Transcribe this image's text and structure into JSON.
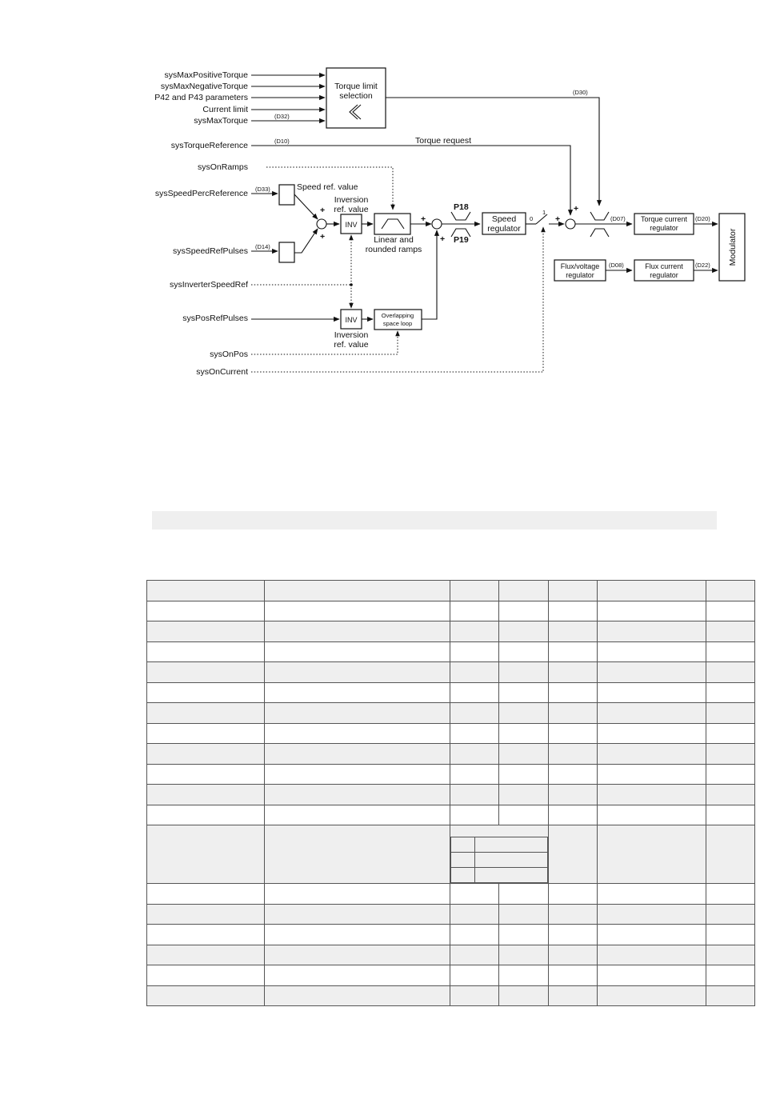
{
  "diagram": {
    "inputs": {
      "max_pos_torque": "sysMaxPositiveTorque",
      "max_neg_torque": "sysMaxNegativeTorque",
      "p42_p43": "P42 and P43 parameters",
      "current_limit": "Current limit",
      "max_torque": "sysMaxTorque",
      "torque_reference": "sysTorqueReference",
      "on_ramps": "sysOnRamps",
      "speed_perc_reference": "sysSpeedPercReference",
      "speed_ref_pulses": "sysSpeedRefPulses",
      "inverter_speed_ref": "sysInverterSpeedRef",
      "pos_ref_pulses": "sysPosRefPulses",
      "on_pos": "sysOnPos",
      "on_current": "sysOnCurrent"
    },
    "blocks": {
      "torque_limit_line1": "Torque limit",
      "torque_limit_line2": "selection",
      "inv1": "INV",
      "inv2": "INV",
      "speed_reg_line1": "Speed",
      "speed_reg_line2": "regulator",
      "torque_current_line1": "Torque current",
      "torque_current_line2": "regulator",
      "flux_voltage_line1": "Flux/voltage",
      "flux_voltage_line2": "regulator",
      "flux_current_line1": "Flux current",
      "flux_current_line2": "regulator",
      "modulator": "Modulator",
      "overlap_line1": "Overlapping",
      "overlap_line2": "space loop"
    },
    "labels": {
      "d32": "(D32)",
      "d30": "(D30)",
      "d10": "(D10)",
      "torque_request": "Torque request",
      "d33": "(D33)",
      "d14": "(D14)",
      "d07": "(D07)",
      "d20": "(D20)",
      "d08": "(D08)",
      "d22": "(D22)",
      "speed_ref_value": "Speed ref. value",
      "inversion1_line1": "Inversion",
      "inversion1_line2": "ref. value",
      "inversion2_line1": "Inversion",
      "inversion2_line2": "ref. value",
      "ramps_line1": "Linear and",
      "ramps_line2": "rounded ramps",
      "p18": "P18",
      "p19": "P19",
      "sw0": "0",
      "sw1": "1",
      "plus": "+"
    }
  }
}
